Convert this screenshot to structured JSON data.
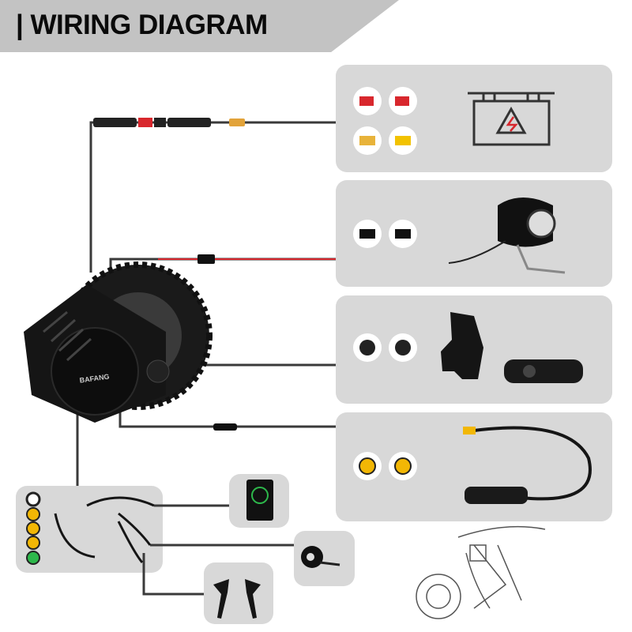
{
  "header": {
    "title": "| WIRING DIAGRAM"
  },
  "motor": {
    "brand_logo": "BAFANG"
  },
  "components": [
    {
      "name": "battery",
      "icon": "battery-icon"
    },
    {
      "name": "headlight",
      "icon": "headlight-icon"
    },
    {
      "name": "gear-shift-sensor",
      "icon": "gear-sensor-icon"
    },
    {
      "name": "speed-sensor",
      "icon": "speed-sensor-icon"
    },
    {
      "name": "display",
      "icon": "display-icon"
    },
    {
      "name": "throttle",
      "icon": "throttle-icon"
    },
    {
      "name": "brake-levers",
      "icon": "brake-lever-icon"
    }
  ],
  "colors": {
    "panel": "#d8d8d8",
    "header": "#c3c3c3",
    "cable": "#333333",
    "red_cable": "#d8272d",
    "connector_yellow": "#f2b705",
    "connector_green": "#2db84b"
  }
}
